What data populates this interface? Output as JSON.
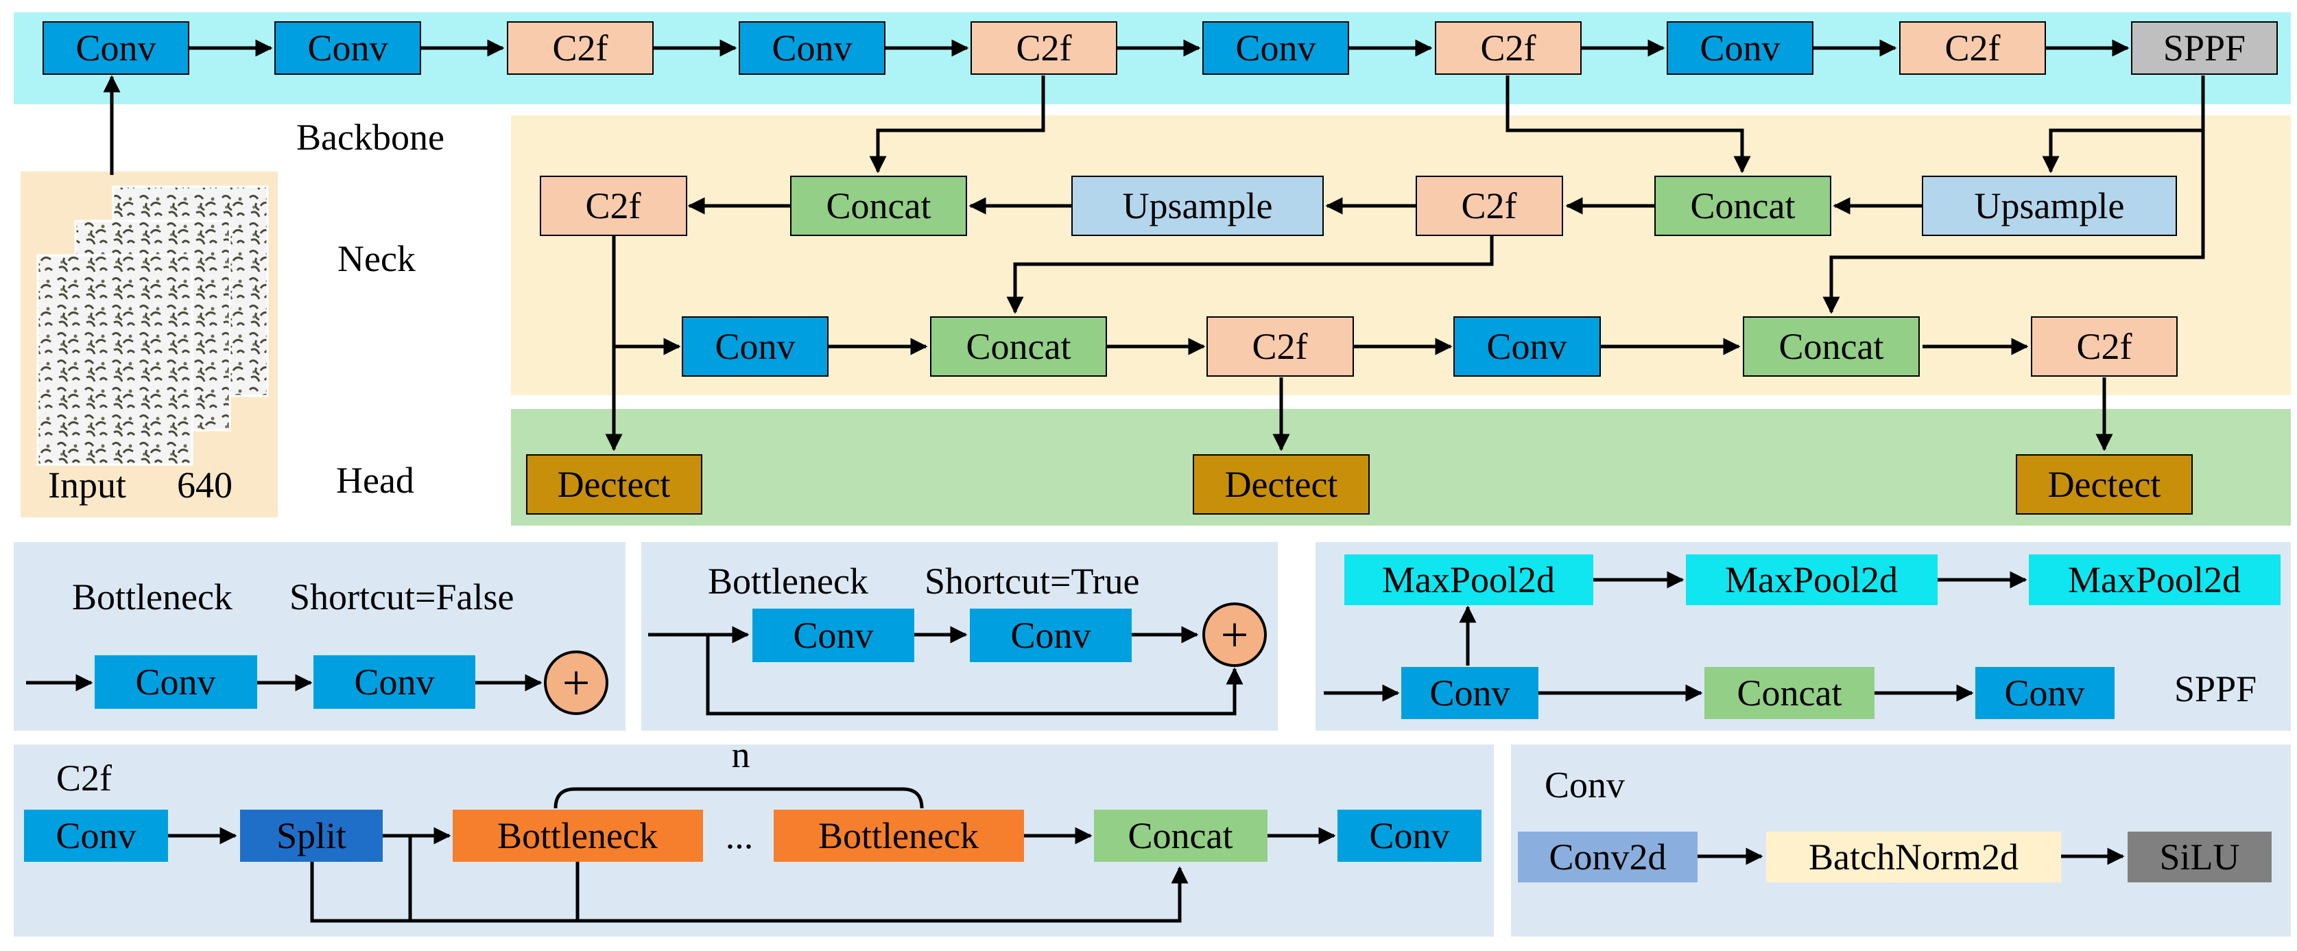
{
  "backbone": {
    "label": "Backbone",
    "blocks": [
      "Conv",
      "Conv",
      "C2f",
      "Conv",
      "C2f",
      "Conv",
      "C2f",
      "Conv",
      "C2f",
      "SPPF"
    ]
  },
  "input": {
    "label": "Input",
    "size": "640"
  },
  "neck": {
    "label": "Neck",
    "row1": [
      "C2f",
      "Concat",
      "Upsample",
      "C2f",
      "Concat",
      "Upsample"
    ],
    "row2": [
      "Conv",
      "Concat",
      "C2f",
      "Conv",
      "Concat",
      "C2f"
    ]
  },
  "head": {
    "label": "Head",
    "blocks": [
      "Dectect",
      "Dectect",
      "Dectect"
    ]
  },
  "bottleneck_false": {
    "title": "Bottleneck",
    "shortcut": "Shortcut=False",
    "blocks": [
      "Conv",
      "Conv"
    ],
    "add_symbol": "+"
  },
  "bottleneck_true": {
    "title": "Bottleneck",
    "shortcut": "Shortcut=True",
    "blocks": [
      "Conv",
      "Conv"
    ],
    "add_symbol": "+"
  },
  "sppf": {
    "label": "SPPF",
    "pools": [
      "MaxPool2d",
      "MaxPool2d",
      "MaxPool2d"
    ],
    "blocks": [
      "Conv",
      "Concat",
      "Conv"
    ]
  },
  "c2f": {
    "label": "C2f",
    "blocks": [
      "Conv",
      "Split",
      "Bottleneck",
      "Bottleneck",
      "Concat",
      "Conv"
    ],
    "ellipsis": "...",
    "n_label": "n"
  },
  "conv_detail": {
    "label": "Conv",
    "blocks": [
      "Conv2d",
      "BatchNorm2d",
      "SiLU"
    ]
  },
  "colors": {
    "conv": "#00a0e0",
    "c2f": "#f8cbad",
    "sppf": "#bfbfbf",
    "concat": "#93cf86",
    "upsample": "#b4d6ec",
    "detect": "#c8900a",
    "maxpool": "#0fe6f0",
    "split": "#1f6fc8",
    "bottleneck": "#f57f2c",
    "conv2d": "#8aaedd",
    "batchnorm": "#fff1cc",
    "silu": "#808080",
    "add": "#f4b183",
    "backbone_band": "#aef4f6",
    "neck_band": "#fdf0cf",
    "head_band": "#b9e1b1",
    "input_bg": "#fbe8c8",
    "panel_bg": "#dbe8f4"
  }
}
